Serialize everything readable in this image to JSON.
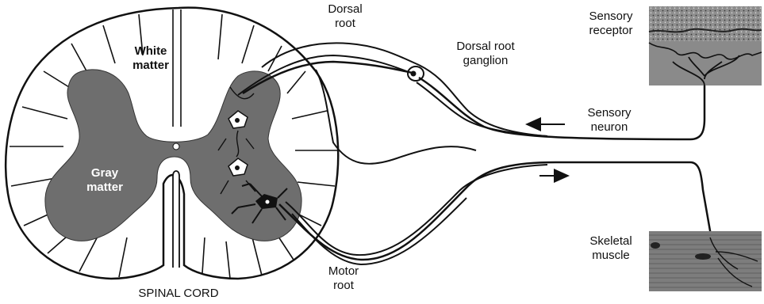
{
  "labels": {
    "white_matter_1": "White",
    "white_matter_2": "matter",
    "gray_matter_1": "Gray",
    "gray_matter_2": "matter",
    "dorsal_root_1": "Dorsal",
    "dorsal_root_2": "root",
    "ganglion_1": "Dorsal root",
    "ganglion_2": "ganglion",
    "receptor_1": "Sensory",
    "receptor_2": "receptor",
    "sensory_neuron_1": "Sensory",
    "sensory_neuron_2": "neuron",
    "muscle_1": "Skeletal",
    "muscle_2": "muscle",
    "motor_root_1": "Motor",
    "motor_root_2": "root",
    "spinal_cord": "SPINAL CORD"
  },
  "colors": {
    "gray_matter": "#6e6e6e",
    "line": "#111111",
    "tissue": "#8f8f8f",
    "tissue_dark": "#555555",
    "background": "#ffffff"
  },
  "icons": {
    "sensory_arrow": "arrow-left",
    "motor_arrow": "arrow-right"
  }
}
